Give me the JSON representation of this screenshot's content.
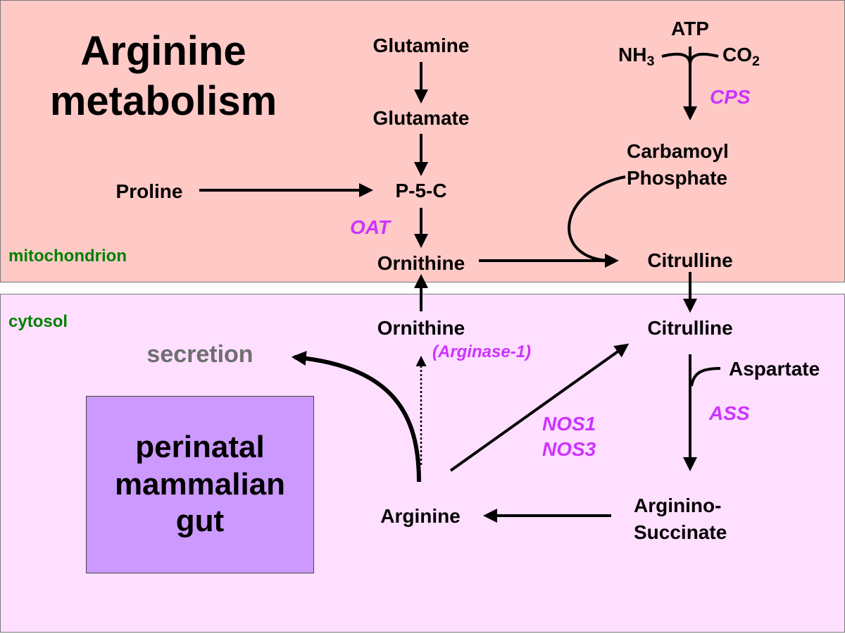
{
  "title": {
    "line1": "Arginine",
    "line2": "metabolism"
  },
  "compartments": {
    "mitochondrion": {
      "label": "mitochondrion",
      "color": "#ffc9c6"
    },
    "cytosol": {
      "label": "cytosol",
      "color": "#ffdfff"
    },
    "label_color": "#008000"
  },
  "metabolites": {
    "glutamine": "Glutamine",
    "glutamate": "Glutamate",
    "proline": "Proline",
    "p5c": "P-5-C",
    "ornithine_mito": "Ornithine",
    "citrulline_mito": "Citrulline",
    "atp": "ATP",
    "nh3": {
      "base": "NH",
      "sub": "3"
    },
    "co2": {
      "base": "CO",
      "sub": "2"
    },
    "carbamoyl": {
      "line1": "Carbamoyl",
      "line2": "Phosphate"
    },
    "ornithine_cyto": "Ornithine",
    "citrulline_cyto": "Citrulline",
    "aspartate": "Aspartate",
    "arginino": {
      "line1": "Arginino-",
      "line2": "Succinate"
    },
    "arginine": "Arginine"
  },
  "enzymes": {
    "oat": "OAT",
    "cps": "CPS",
    "arginase": "(Arginase-1)",
    "nos1": "NOS1",
    "nos3": "NOS3",
    "ass": "ASS",
    "color": "#cc33ff"
  },
  "secretion": {
    "label": "secretion",
    "color": "#6e6e6e"
  },
  "gut_box": {
    "label": "perinatal\nmammalian\ngut",
    "color": "#cc99ff"
  }
}
